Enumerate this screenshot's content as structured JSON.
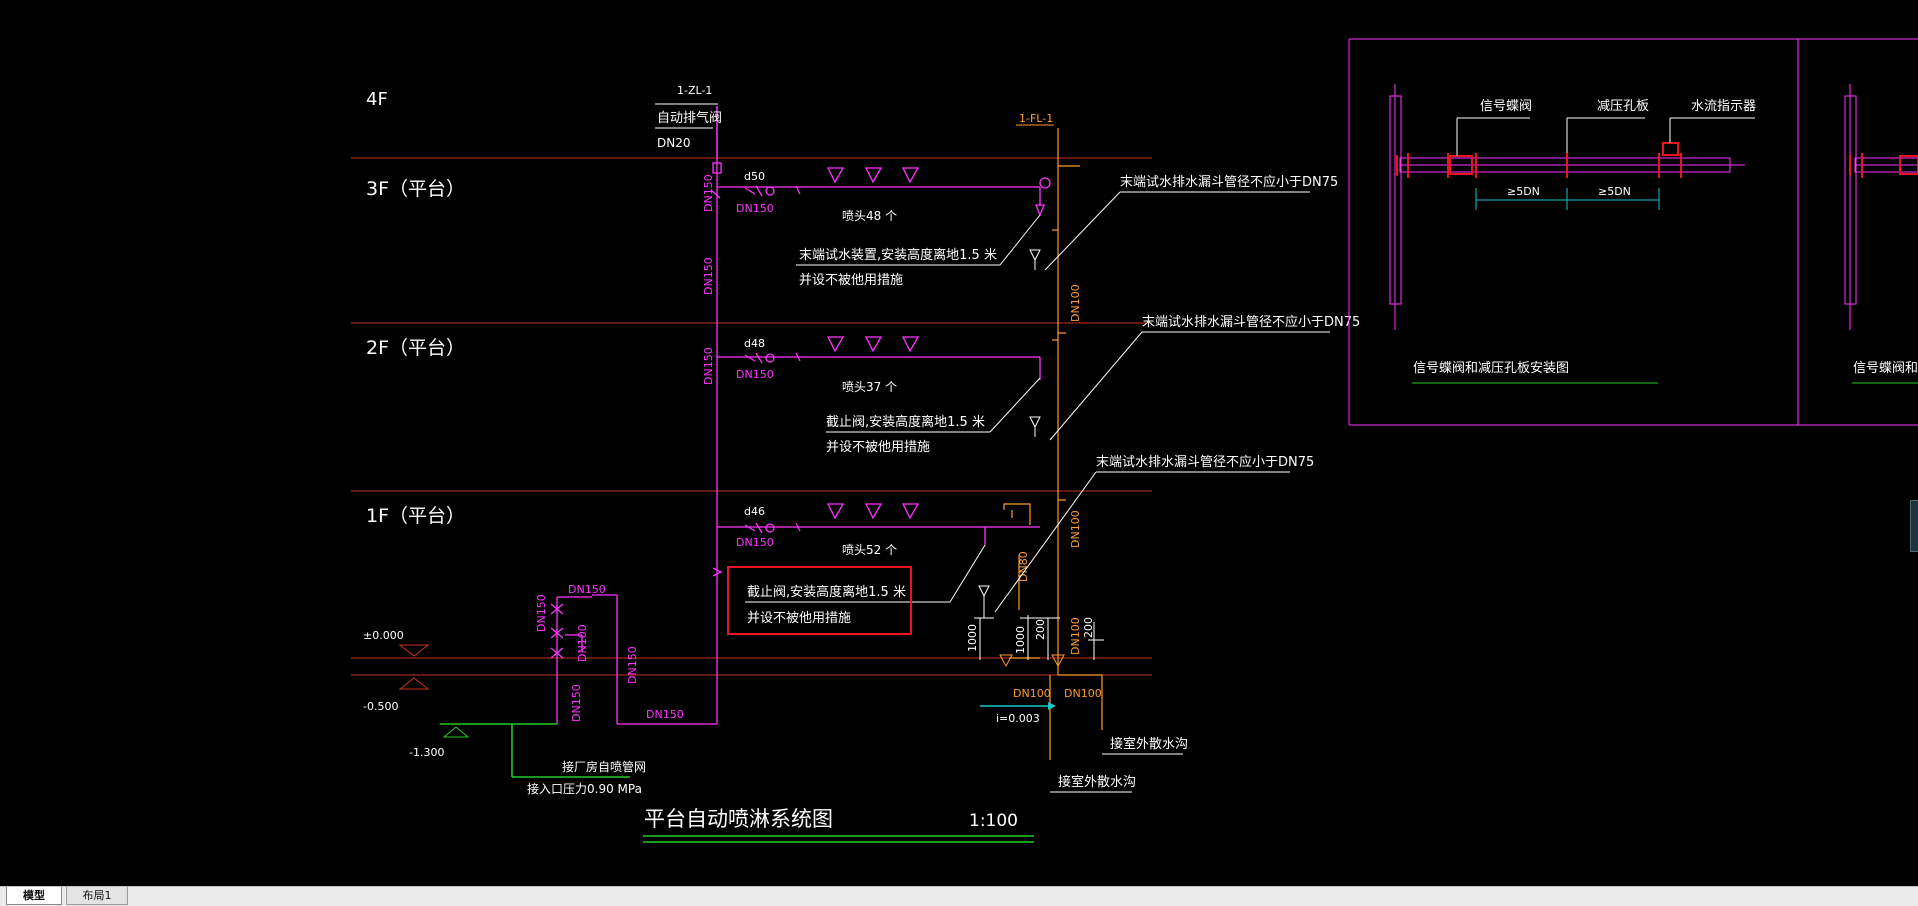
{
  "drawing": {
    "floors": {
      "f4": "4F",
      "f3": "3F（平台）",
      "f2": "2F（平台）",
      "f1": "1F（平台）"
    },
    "riser": {
      "zl": "1-ZL-1",
      "fl": "1-FL-1",
      "air_valve": "自动排气阀",
      "dn20": "DN20"
    },
    "pipes": {
      "dn150": "DN150",
      "dn100": "DN100",
      "dn80": "DN80"
    },
    "levels": {
      "zero": "±0.000",
      "minus05": "-0.500",
      "minus13": "-1.300"
    },
    "floor3": {
      "orifice": "d50",
      "sprinkler": "喷头48 个",
      "device_note1": "末端试水装置,安装高度离地1.5 米",
      "device_note2": "并设不被他用措施",
      "funnel_note": "末端试水排水漏斗管径不应小于DN75"
    },
    "floor2": {
      "orifice": "d48",
      "sprinkler": "喷头37 个",
      "valve_note1": "截止阀,安装高度离地1.5 米",
      "valve_note2": "并设不被他用措施",
      "funnel_note": "末端试水排水漏斗管径不应小于DN75"
    },
    "floor1": {
      "orifice": "d46",
      "sprinkler": "喷头52 个",
      "valve_note1": "截止阀,安装高度离地1.5 米",
      "valve_note2": "并设不被他用措施",
      "funnel_note": "末端试水排水漏斗管径不应小于DN75"
    },
    "dims": {
      "d1000": "1000",
      "d200": "200"
    },
    "slope": "i=0.003",
    "outlets": {
      "a": "接室外散水沟",
      "b": "接室外散水沟"
    },
    "inlet": {
      "line1": "接厂房自喷管网",
      "line2": "接入口压力0.90 MPa"
    },
    "title": {
      "name": "平台自动喷淋系统图",
      "scale": "1:100"
    }
  },
  "detail": {
    "labels": {
      "signal_valve": "信号蝶阀",
      "orifice_plate": "减压孔板",
      "flow_indicator": "水流指示器",
      "dn5_a": "≥5DN",
      "dn5_b": "≥5DN"
    },
    "caption": "信号蝶阀和减压孔板安装图",
    "caption_partial": "信号蝶阀和水"
  },
  "tabs": {
    "model": "模型",
    "layout1": "布局1"
  },
  "colors": {
    "background": "#000000",
    "pipe_magenta": "#ff33ff",
    "drain_orange": "#ff9a2e",
    "floor_line": "#c8321e",
    "inlet_green": "#22cc22",
    "highlight_red": "#e8141e",
    "cyan_dim": "#19c8c8"
  }
}
